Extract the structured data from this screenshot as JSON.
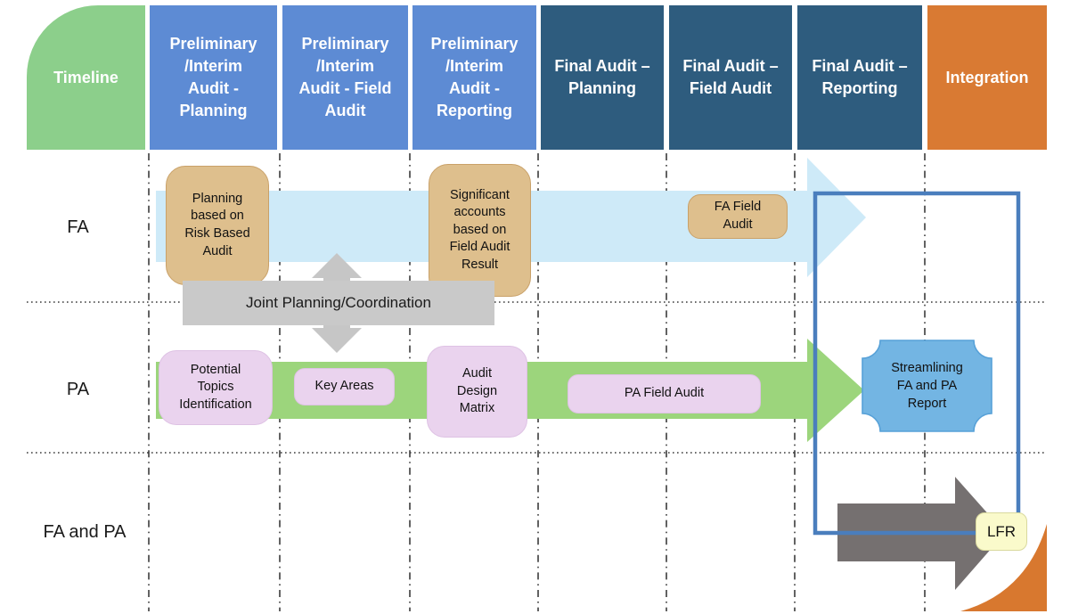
{
  "header": {
    "timeline_label": "Timeline",
    "columns": [
      {
        "label": "Preliminary\n/Interim\nAudit -\nPlanning"
      },
      {
        "label": "Preliminary\n/Interim\nAudit - Field\nAudit"
      },
      {
        "label": "Preliminary\n/Interim\nAudit -\nReporting"
      },
      {
        "label": "Final Audit –\nPlanning"
      },
      {
        "label": "Final Audit –\nField Audit"
      },
      {
        "label": "Final Audit –\nReporting"
      },
      {
        "label": "Integration"
      }
    ]
  },
  "lanes": {
    "fa": {
      "label": "FA",
      "planning_box": "Planning\nbased on\nRisk Based\nAudit",
      "significant_accounts_box": "Significant\naccounts\nbased on\nField Audit\nResult",
      "field_audit_box": "FA Field\nAudit"
    },
    "pa": {
      "label": "PA",
      "potential_topics_box": "Potential\nTopics\nIdentification",
      "key_areas_box": "Key Areas",
      "audit_design_matrix_box": "Audit\nDesign\nMatrix",
      "field_audit_box": "PA Field Audit",
      "streamlining_box": "Streamlining\nFA and PA\nReport"
    },
    "fa_and_pa": {
      "label": "FA and PA",
      "lfr_box": "LFR"
    }
  },
  "joint_bar_label": "Joint Planning/Coordination",
  "colors": {
    "timeline_green": "#8CCF8B",
    "prelim_header_blue": "#5D8BD4",
    "final_header_teal": "#2E5C7E",
    "integration_orange": "#D97A33",
    "fa_band_blue": "#CEEAF8",
    "pa_band_green": "#9CD57C",
    "milestone_tan": "#DEBF8D",
    "milestone_pink": "#EAD3EE",
    "joint_bar_gray": "#C9C9C9",
    "integration_arrow_gray": "#757070",
    "scope_outline_blue": "#4A7EBD",
    "streamlining_blue": "#73B5E3",
    "lfr_yellow": "#FAFACB",
    "page_curl_orange": "#D8782F"
  }
}
